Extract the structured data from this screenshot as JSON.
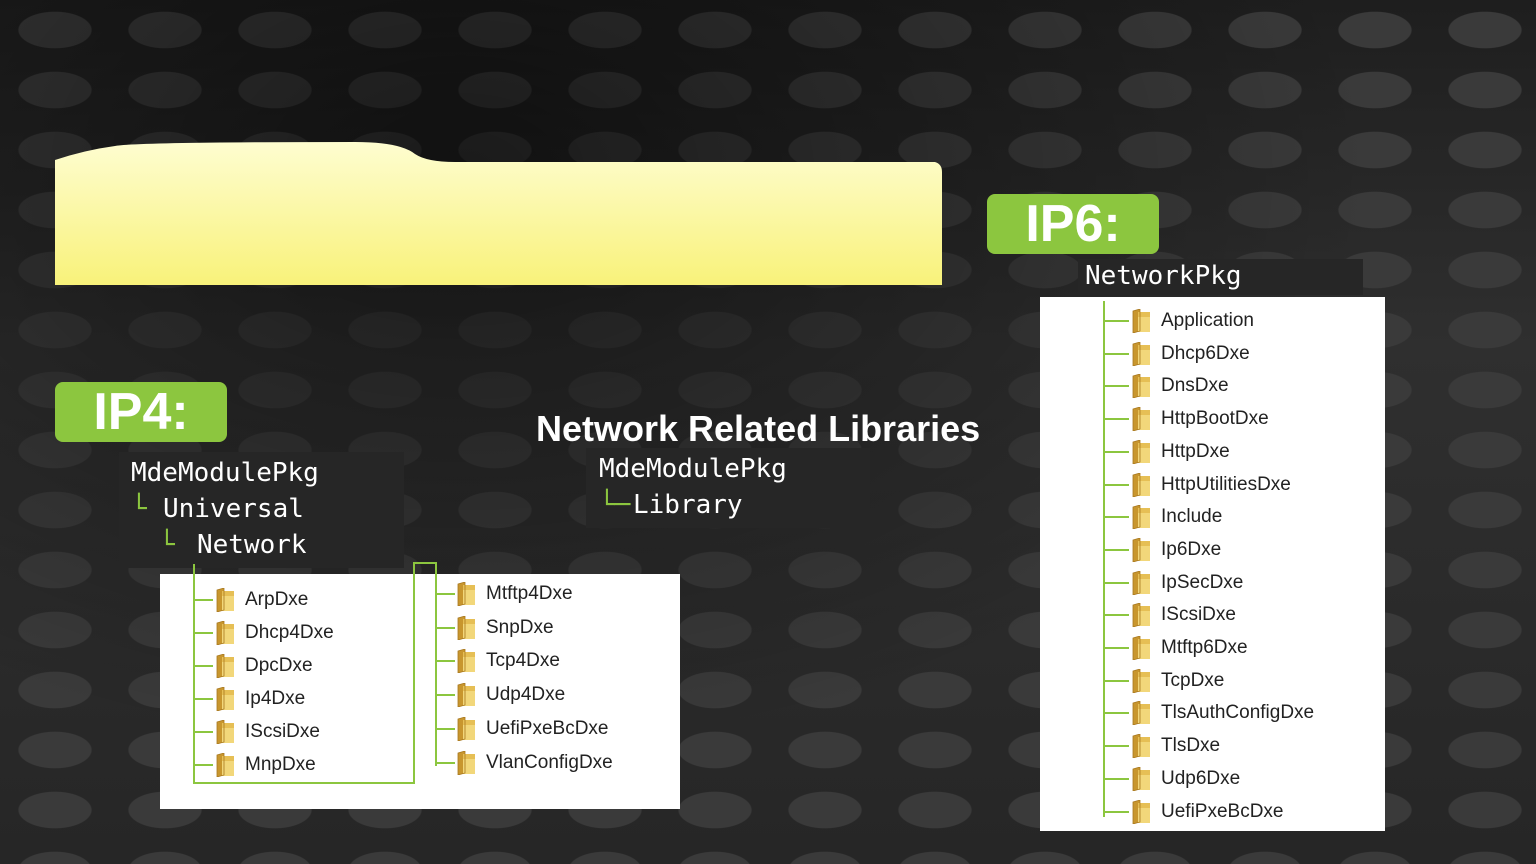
{
  "title": "Network Related Libraries",
  "ip4": {
    "label": "IP4:",
    "path": [
      "MdeModulePkg",
      "Universal",
      "Network"
    ],
    "glyph": "└",
    "folders_left": [
      "ArpDxe",
      "Dhcp4Dxe",
      "DpcDxe",
      "Ip4Dxe",
      "IScsiDxe",
      "MnpDxe"
    ],
    "folders_right": [
      "Mtftp4Dxe",
      "SnpDxe",
      "Tcp4Dxe",
      "Udp4Dxe",
      "UefiPxeBcDxe",
      "VlanConfigDxe"
    ]
  },
  "library": {
    "path": [
      "MdeModulePkg",
      "Library"
    ],
    "glyph": "└─"
  },
  "ip6": {
    "label": "IP6:",
    "path": [
      "NetworkPkg"
    ],
    "folders": [
      "Application",
      "Dhcp6Dxe",
      "DnsDxe",
      "HttpBootDxe",
      "HttpDxe",
      "HttpUtilitiesDxe",
      "Include",
      "Ip6Dxe",
      "IpSecDxe",
      "IScsiDxe",
      "Mtftp6Dxe",
      "TcpDxe",
      "TlsAuthConfigDxe",
      "TlsDxe",
      "Udp6Dxe",
      "UefiPxeBcDxe"
    ]
  },
  "colors": {
    "accent_green": "#8cc63f",
    "banner_yellow": "#fdfaa0",
    "folder_yellow": "#e8c45a"
  },
  "icons": {
    "folder": "folder-icon"
  }
}
